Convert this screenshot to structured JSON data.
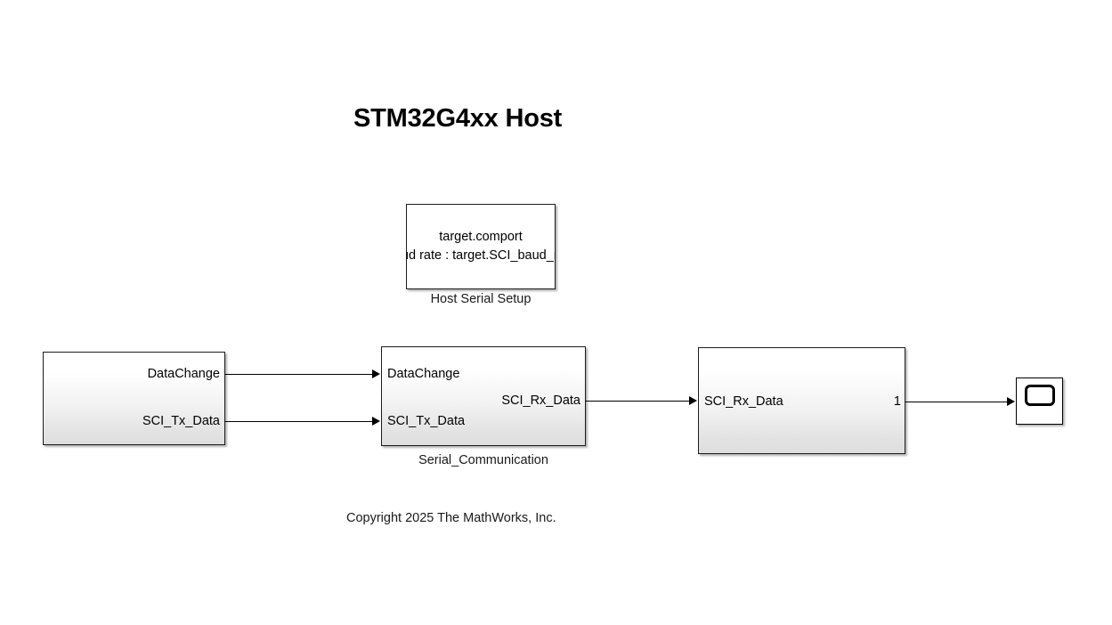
{
  "model": {
    "title": "STM32G4xx Host",
    "copyright": "Copyright 2025 The MathWorks, Inc."
  },
  "colors": {
    "block_border": "#1c1c1c",
    "block_fill_top": "#ffffff",
    "block_fill_bottom": "#dedede",
    "line": "#000000",
    "text": "#000000",
    "canvas": "#ffffff"
  },
  "blocks": {
    "host_serial_setup": {
      "label": "Host Serial Setup",
      "line1": "target.comport",
      "line2": "Baud rate : target.SCI_baud_rate"
    },
    "source_subsystem": {
      "label": "",
      "out_ports": [
        {
          "name": "DataChange"
        },
        {
          "name": "SCI_Tx_Data"
        }
      ]
    },
    "serial_communication": {
      "label": "Serial_Communication",
      "in_ports": [
        {
          "name": "DataChange"
        },
        {
          "name": "SCI_Tx_Data"
        }
      ],
      "out_ports": [
        {
          "name": "SCI_Rx_Data"
        }
      ]
    },
    "data_sink_subsystem": {
      "label": "",
      "in_ports": [
        {
          "name": "SCI_Rx_Data"
        }
      ],
      "out_ports": [
        {
          "name": "1"
        }
      ]
    },
    "scope": {
      "label": "",
      "icon": "scope-screen-icon"
    }
  }
}
